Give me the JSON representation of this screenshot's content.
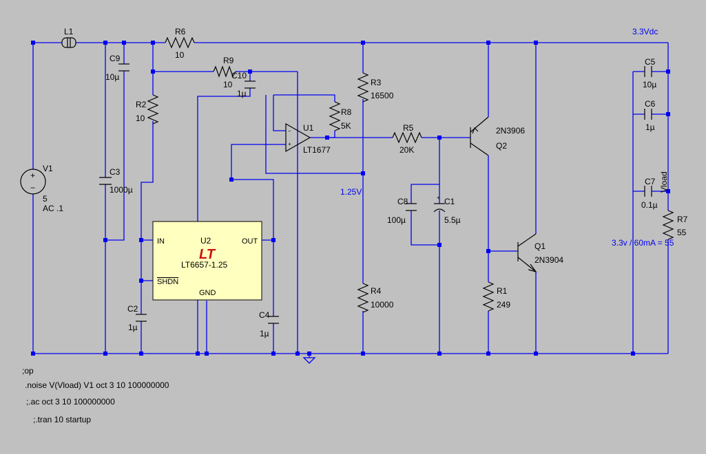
{
  "net_labels": {
    "vdc": "3.3Vdc",
    "mid": "1.25V",
    "load": "3.3v / 60mA = 55",
    "vload": "Vload"
  },
  "components": {
    "L1": {
      "ref": "L1"
    },
    "R6": {
      "ref": "R6",
      "value": "10"
    },
    "C9": {
      "ref": "C9",
      "value": "10µ"
    },
    "R9": {
      "ref": "R9",
      "value": "10"
    },
    "C10": {
      "ref": "C10",
      "value": "1µ"
    },
    "R2": {
      "ref": "R2",
      "value": "10"
    },
    "C3": {
      "ref": "C3",
      "value": "1000µ"
    },
    "V1": {
      "ref": "V1",
      "value": "5",
      "ac": "AC .1"
    },
    "R3": {
      "ref": "R3",
      "value": "16500"
    },
    "R8": {
      "ref": "R8",
      "value": "5K"
    },
    "U1": {
      "ref": "U1",
      "part": "LT1677"
    },
    "R5": {
      "ref": "R5",
      "value": "20K"
    },
    "Q2": {
      "ref": "Q2",
      "part": "2N3906"
    },
    "C8": {
      "ref": "C8",
      "value": "100µ"
    },
    "C1": {
      "ref": "C1",
      "value": "5.5µ"
    },
    "U2": {
      "ref": "U2",
      "part": "LT6657-1.25",
      "pin_in": "IN",
      "pin_out": "OUT",
      "pin_shdn": "SHDN",
      "pin_gnd": "GND"
    },
    "C2": {
      "ref": "C2",
      "value": "1µ"
    },
    "C4": {
      "ref": "C4",
      "value": "1µ"
    },
    "R4": {
      "ref": "R4",
      "value": "10000"
    },
    "Q1": {
      "ref": "Q1",
      "part": "2N3904"
    },
    "R1": {
      "ref": "R1",
      "value": "249"
    },
    "C5": {
      "ref": "C5",
      "value": "10µ"
    },
    "C6": {
      "ref": "C6",
      "value": "1µ"
    },
    "C7": {
      "ref": "C7",
      "value": "0.1µ"
    },
    "R7": {
      "ref": "R7",
      "value": "55"
    }
  },
  "directives": [
    ";op",
    ".noise V(Vload) V1 oct 3 10 100000000",
    ";.ac oct 3 10 100000000",
    ";.tran 10 startup"
  ]
}
